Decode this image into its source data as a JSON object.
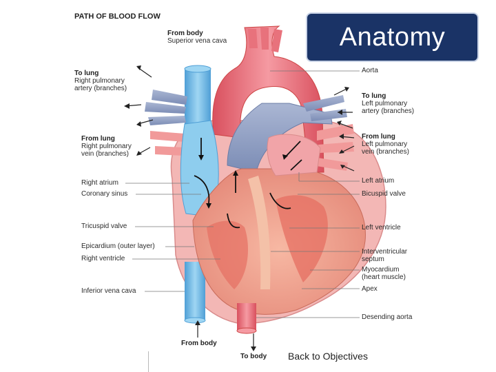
{
  "page_title": "PATH OF BLOOD FLOW",
  "badge_title": "Anatomy",
  "back_link": "Back to Objectives",
  "labels": {
    "from_body_top": [
      "From body",
      "Superior vena cava"
    ],
    "to_lung_right": [
      "To lung",
      "Right pulmonary",
      "artery (branches)"
    ],
    "from_lung_right": [
      "From lung",
      "Right pulmonary",
      "vein (branches)"
    ],
    "right_atrium": "Right atrium",
    "coronary_sinus": "Coronary sinus",
    "tricuspid_valve": "Tricuspid valve",
    "epicardium": "Epicardium (outer layer)",
    "right_ventricle": "Right ventricle",
    "inferior_vena_cava": "Inferior vena cava",
    "from_body_bottom": "From body",
    "to_body": "To body",
    "aorta": "Aorta",
    "to_lung_left": [
      "To lung",
      "Left pulmonary",
      "artery (branches)"
    ],
    "from_lung_left": [
      "From lung",
      "Left pulmonary",
      "vein (branches)"
    ],
    "left_atrium": "Left atrium",
    "bicuspid_valve": "Bicuspid valve",
    "left_ventricle": "Left ventricle",
    "interventricular_septum": [
      "Interventricular",
      "septum"
    ],
    "myocardium": [
      "Myocardium",
      "(heart muscle)"
    ],
    "apex": "Apex",
    "descending_aorta": "Desending aorta"
  },
  "colors": {
    "badge_bg": "#1a3366",
    "vein_blue": "#7cc3ea",
    "artery_red": "#e8727c",
    "pulmonary_gray": "#8f9fc4",
    "muscle": "#f0a98c",
    "text": "#2a2a2a"
  }
}
